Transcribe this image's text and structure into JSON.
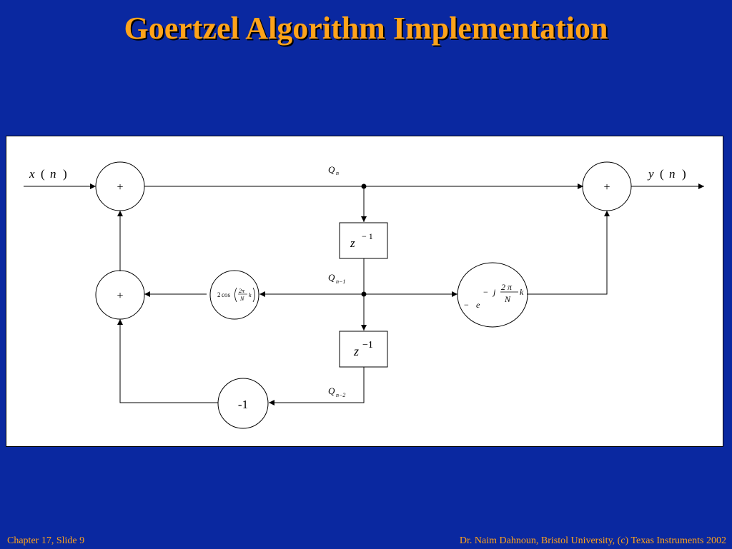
{
  "slide": {
    "title": "Goertzel Algorithm Implementation",
    "footer_left": "Chapter 17, Slide 9",
    "footer_right": "Dr. Naim Dahnoun, Bristol University,  (c) Texas Instruments 2002"
  },
  "diagram": {
    "input_label": {
      "var": "x",
      "lparen": "(",
      "arg": "n",
      "rparen": ")"
    },
    "output_label": {
      "var": "y",
      "lparen": "(",
      "arg": "n",
      "rparen": ")"
    },
    "adder_symbol": "+",
    "q_var": "Q",
    "q_n_sub": "n",
    "q_n1_sub": "n−1",
    "q_n2_sub": "n−2",
    "delay_1": {
      "var": "z",
      "exp": "− 1"
    },
    "delay_2": {
      "var": "z",
      "exp": "−1"
    },
    "coef": {
      "two": "2",
      "cos": "cos",
      "num": "2π",
      "den": "N",
      "k": "k"
    },
    "twiddle": {
      "minus": "−",
      "e": "e",
      "exp_minus": "−",
      "j": "j",
      "num": "2 π",
      "den": "N",
      "k": "k"
    },
    "neg_gain": "-1"
  }
}
